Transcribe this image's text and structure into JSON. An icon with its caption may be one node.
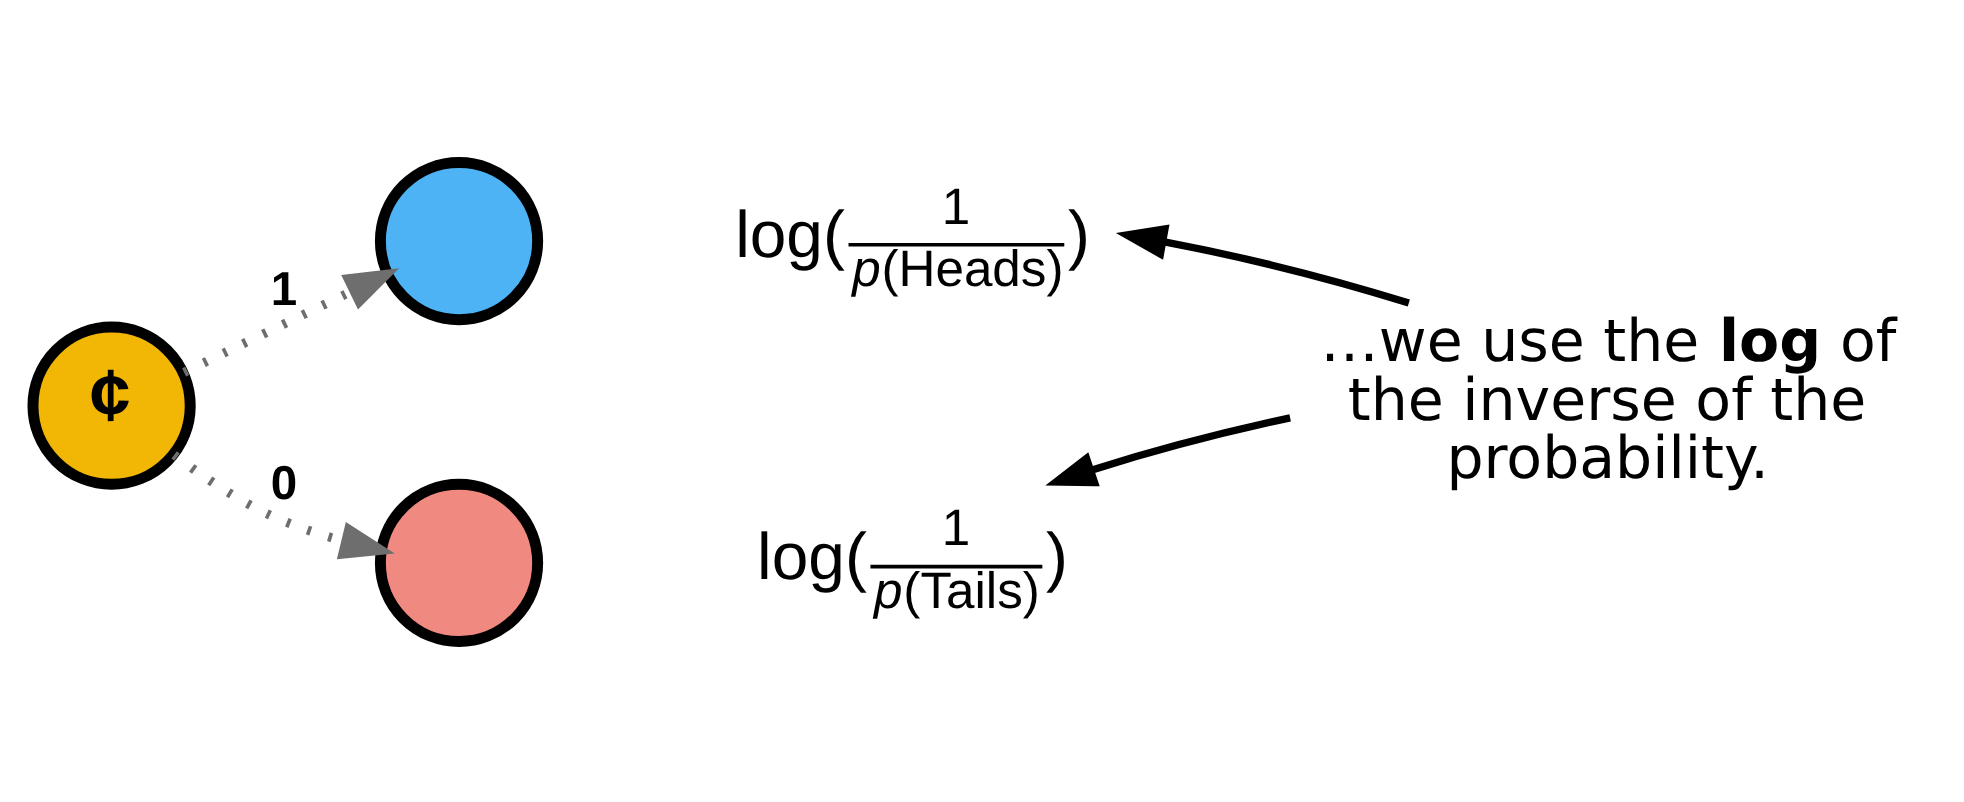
{
  "diagram": {
    "nodes": [
      {
        "text": [
          "¢"
        ]
      },
      {
        "text": [],
        "shape": "circle"
      },
      {
        "text": [
          "log(",
          "1",
          "*p*(Heads)",
          ")"
        ]
      },
      {
        "text": [],
        "shape": "circle"
      },
      {
        "text": [
          "log(",
          "1",
          "*p*(Tails)",
          ")"
        ]
      },
      {
        "text": [
          "…we use the **log** of the inverse of the probability."
        ]
      }
    ],
    "edges": [
      {
        "from": 0,
        "to": 1,
        "arrow": "to",
        "label": "1",
        "style": "dashed",
        "color": "#6e6e6e"
      },
      {
        "from": 0,
        "to": 3,
        "arrow": "to",
        "label": "0",
        "style": "dashed",
        "color": "#6e6e6e"
      },
      {
        "from": 5,
        "to": 2,
        "arrow": "to",
        "color": "#000000"
      },
      {
        "from": 5,
        "to": 4,
        "arrow": "to",
        "color": "#000000"
      }
    ]
  }
}
